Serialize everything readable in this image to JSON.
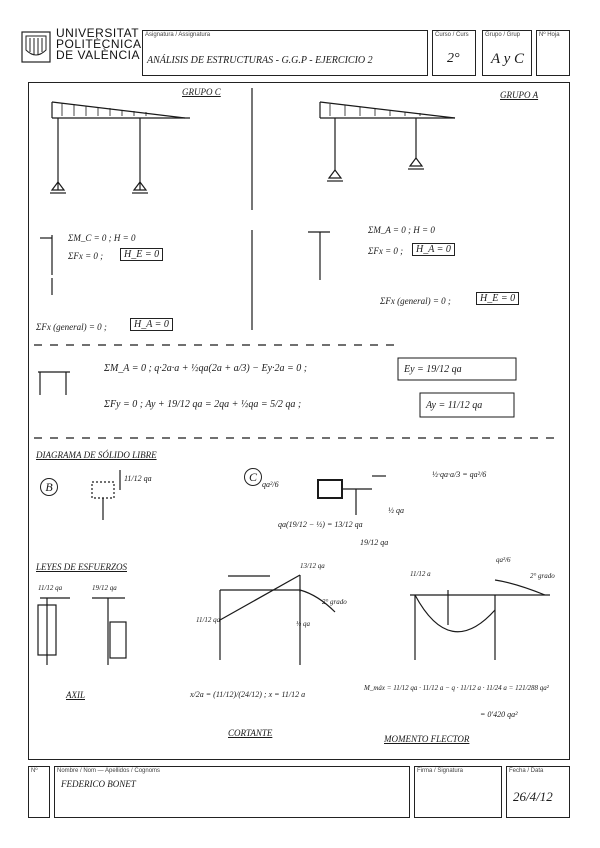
{
  "header": {
    "university_line1": "UNIVERSITAT",
    "university_line2": "POLITÈCNICA",
    "university_line3": "DE VALÈNCIA",
    "subject_label": "Asignatura / Assignatura",
    "subject_value": "ANÁLISIS DE ESTRUCTURAS - G.G.P - EJERCICIO 2",
    "course_label": "Curso / Curs",
    "course_value": "2°",
    "group_label": "Grupo / Grup",
    "group_value": "A y C",
    "number_label": "Nº Hoja",
    "number_value": ""
  },
  "sections": {
    "group_c": "GRUPO C",
    "group_a": "GRUPO A",
    "free_body": "DIAGRAMA DE SÓLIDO LIBRE",
    "laws": "LEYES DE ESFUERZOS",
    "axil": "AXIL",
    "cortante": "CORTANTE",
    "momento": "MOMENTO FLECTOR"
  },
  "equations": {
    "c_mc": "ΣM_C = 0 ; H = 0",
    "c_fx": "ΣFx = 0 ;",
    "c_he": "H_E = 0",
    "c_general": "ΣFx (general) = 0 ;",
    "c_ha": "H_A = 0",
    "a_ma": "ΣM_A = 0 ; H = 0",
    "a_fx": "ΣFx = 0 ;",
    "a_ha": "H_A = 0",
    "a_general": "ΣFx (general) = 0 ;",
    "a_he": "H_E = 0",
    "ma_eq": "ΣM_A = 0 ;   q·2a·a + ½qa(2a + a/3) − Ey·2a = 0 ;",
    "ey_box": "Ey = 19/12 qa",
    "fy_eq": "ΣFy = 0 ;   Ay + 19/12 qa = 2qa + ½qa = 5/2 qa ;",
    "ay_box": "Ay = 11/12 qa",
    "b_label": "B",
    "b_force": "11/12 qa",
    "c_label": "C",
    "c_moment": "qa²/6",
    "c_resultant": "½·qa·a/3 = qa²/6",
    "c_half": "½ qa",
    "c_19": "19/12 qa",
    "c_side": "qa(19/12 − ½) = 13/12 qa",
    "cort_x": "x/2a = (11/12)/(24/12) ; x = 11/12 a",
    "cort_top": "13/12 qa",
    "cort_left": "11/12 qa",
    "cort_grado": "2° grado",
    "cort_half": "½ qa",
    "mom_top": "qa²/6",
    "mom_left": "11/12 a",
    "mom_grado": "2° grado",
    "mom_max": "M_máx = 11/12 qa · 11/12 a − q · 11/12 a · 11/24 a = 121/288 qa²",
    "mom_val": "= 0'420 qa²",
    "axil_left": "11/12 qa",
    "axil_right": "19/12 qa"
  },
  "footer": {
    "n_label": "Nº",
    "name_label": "Nombre / Nom — Apellidos / Cognoms",
    "name_value": "FEDERICO BONET",
    "sign_label": "Firma / Signatura",
    "date_label": "Fecha / Data",
    "date_value": "26/4/12"
  }
}
